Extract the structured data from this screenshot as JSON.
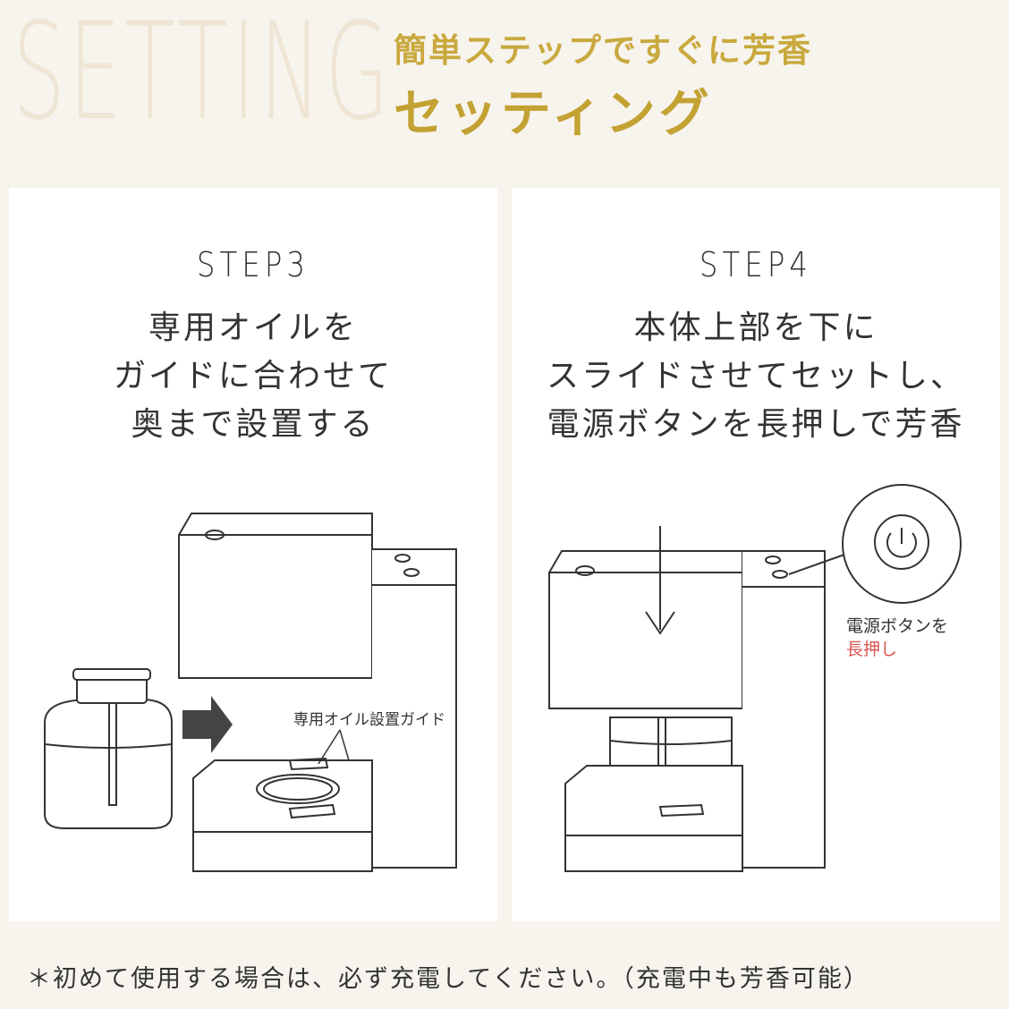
{
  "header": {
    "bg_word": "SETTING",
    "subtitle": "簡単ステップですぐに芳香",
    "title": "セッティング"
  },
  "steps": [
    {
      "label": "STEP3",
      "lines": [
        "専用オイルを",
        "ガイドに合わせて",
        "奥まで設置する"
      ],
      "callout": "専用オイル設置ガイド"
    },
    {
      "label": "STEP4",
      "lines": [
        "本体上部を下に",
        "スライドさせてセットし、",
        "電源ボタンを長押しで芳香"
      ],
      "callout_line1": "電源ボタンを",
      "callout_line2": "長押し"
    }
  ],
  "footer": {
    "note": "＊初めて使用する場合は、必ず充電してください。（充電中も芳香可能）"
  },
  "colors": {
    "gold": "#c3a233",
    "accent_red": "#d9534f",
    "background": "#f7f4ee"
  }
}
